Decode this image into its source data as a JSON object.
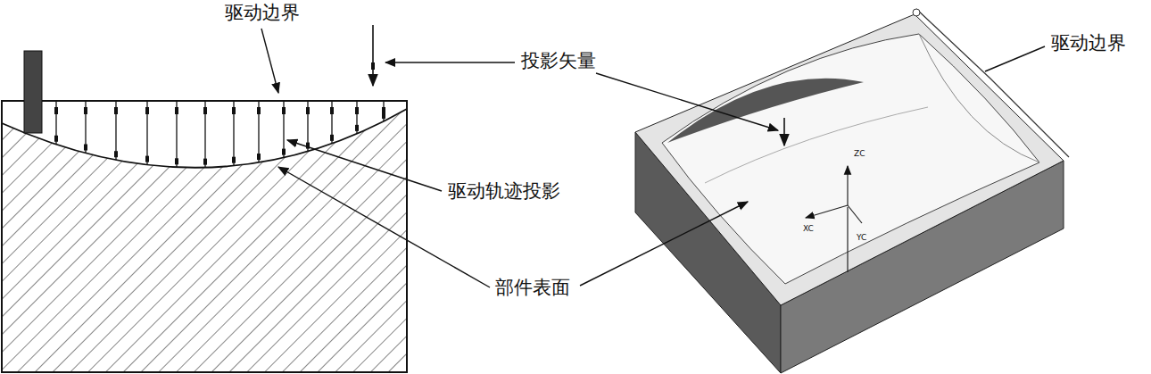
{
  "diagram": {
    "labels": [
      "驱动边界",
      "投影矢量",
      "驱动边界",
      "驱动轨迹投影",
      "部件表面",
      "ZC",
      "XC",
      "YC"
    ]
  }
}
